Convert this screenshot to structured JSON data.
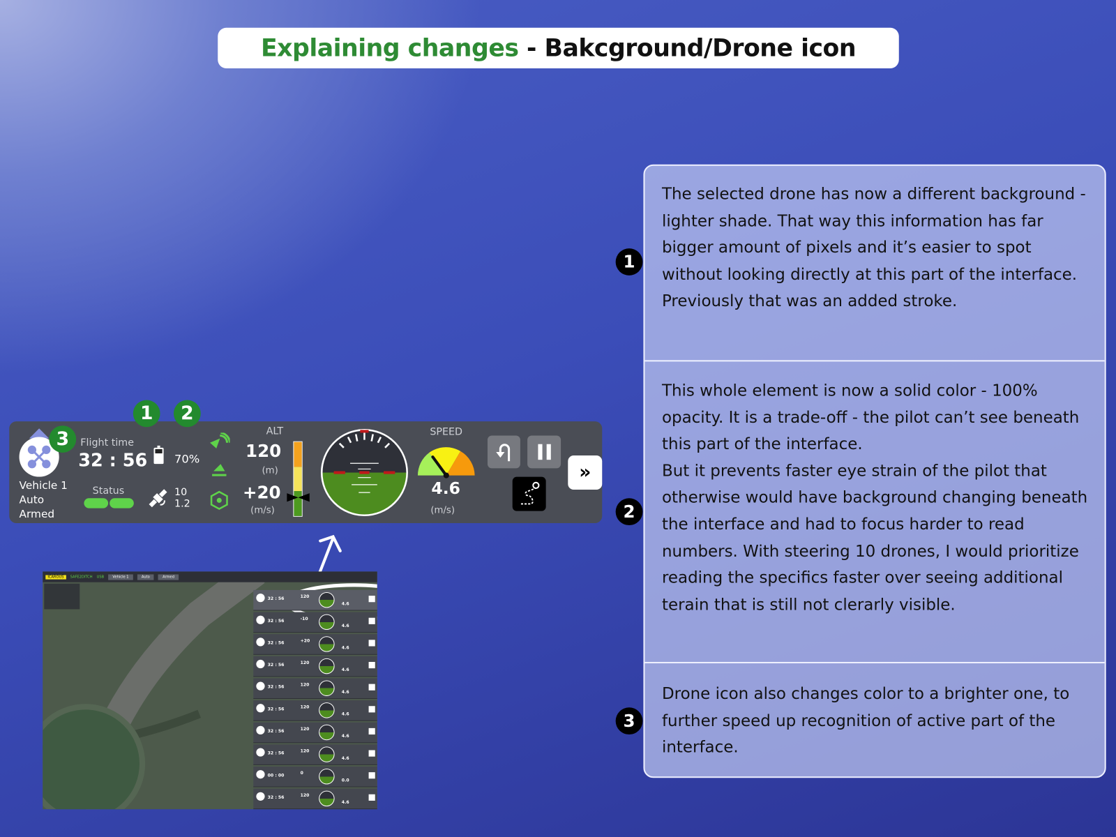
{
  "title": {
    "highlight": "Explaining changes",
    "rest": " - Bakcground/Drone icon",
    "highlight_color": "#2e8b34"
  },
  "notes": [
    {
      "number": "1",
      "text": "The selected drone has now a different background - lighter shade. That way this information has far bigger amount of pixels and it’s easier to spot without looking directly at this part of the interface. Previously that was an added stroke."
    },
    {
      "number": "2",
      "text": "This whole element is now a solid color - 100% opacity. It is a trade-off - the pilot can’t see beneath this part of the interface.\nBut it prevents faster eye strain of the pilot that otherwise would have background changing beneath the interface and had to focus harder to read numbers. With steering 10 drones, I would prioritize reading the specifics faster over seeing additional terain that is still not clerarly visible."
    },
    {
      "number": "3",
      "text": "Drone icon also changes color to a brighter one, to further speed up recognition of active part of the interface."
    }
  ],
  "panel": {
    "badges": [
      "1",
      "2",
      "3"
    ],
    "vehicle": {
      "name": "Vehicle 1",
      "mode": "Auto",
      "state": "Armed"
    },
    "flight_time_label": "Flight time",
    "flight_time": "32 : 56",
    "battery": "70%",
    "battery_level": 0.7,
    "status_label": "Status",
    "satellites": "10",
    "hdop": "1.2",
    "alt_label": "ALT",
    "alt": "120",
    "alt_unit": "(m)",
    "vspeed": "+20",
    "vspeed_unit": "(m/s)",
    "speed_label": "SPEED",
    "speed": "4.6",
    "speed_unit": "(m/s)",
    "colors": {
      "panel": "#4a4d55",
      "green": "#5fd34a",
      "drone_icon": "#8590dc"
    }
  },
  "thumbnail": {
    "topbar": [
      "ICAROUS",
      "SAFE2DITCH",
      "USB",
      "Vehicle 1",
      "Auto",
      "Armed"
    ],
    "rows": [
      {
        "time": "32 : 56",
        "alt": "120",
        "speed": "4.6"
      },
      {
        "time": "32 : 56",
        "alt": "-10",
        "speed": "4.6"
      },
      {
        "time": "32 : 56",
        "alt": "+20",
        "speed": "4.6"
      },
      {
        "time": "32 : 56",
        "alt": "120",
        "speed": "4.6"
      },
      {
        "time": "32 : 56",
        "alt": "120",
        "speed": "4.6"
      },
      {
        "time": "32 : 56",
        "alt": "120",
        "speed": "4.6"
      },
      {
        "time": "32 : 56",
        "alt": "120",
        "speed": "4.6"
      },
      {
        "time": "32 : 56",
        "alt": "120",
        "speed": "4.6"
      },
      {
        "time": "00 : 00",
        "alt": "0",
        "speed": "0.0"
      },
      {
        "time": "32 : 56",
        "alt": "120",
        "speed": "4.6"
      }
    ]
  }
}
